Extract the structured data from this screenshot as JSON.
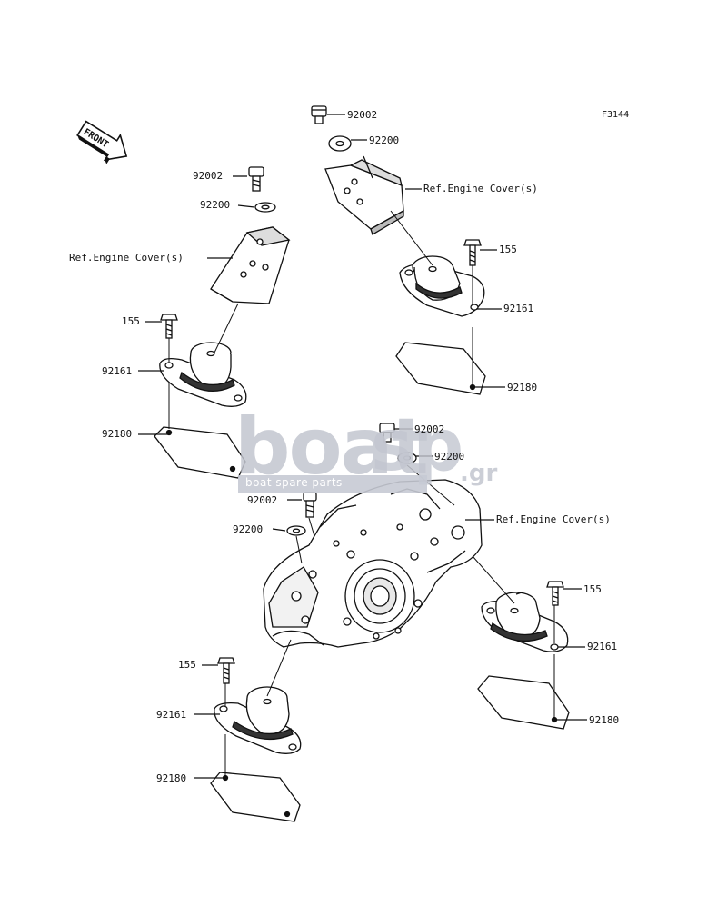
{
  "figure": {
    "code": "F3144",
    "front_marker": "FRONT"
  },
  "watermark": {
    "brand_main": "boat",
    "brand_sp": "sp",
    "brand_tld": ".gr",
    "tagline": "boat spare parts"
  },
  "callouts": {
    "top_right": {
      "bolt": "92002",
      "washer": "92200",
      "bracket_ref": "Ref.Engine Cover(s)",
      "mount_bolt": "155",
      "mount": "92161",
      "plate": "92180"
    },
    "top_left": {
      "bolt": "92002",
      "washer": "92200",
      "bracket_ref": "Ref.Engine Cover(s)",
      "mount_bolt": "155",
      "mount": "92161",
      "plate": "92180"
    },
    "center": {
      "bolt_upper": "92002",
      "washer_upper": "92200",
      "bolt_lower": "92002",
      "washer_lower": "92200",
      "cover_ref": "Ref.Engine Cover(s)"
    },
    "bottom_right": {
      "mount_bolt": "155",
      "mount": "92161",
      "plate": "92180"
    },
    "bottom_left": {
      "mount_bolt": "155",
      "mount": "92161",
      "plate": "92180"
    }
  },
  "colors": {
    "line": "#111111",
    "part_fill": "#ffffff",
    "shade": "#bdbdbd",
    "watermark": "#c3c6d0"
  }
}
